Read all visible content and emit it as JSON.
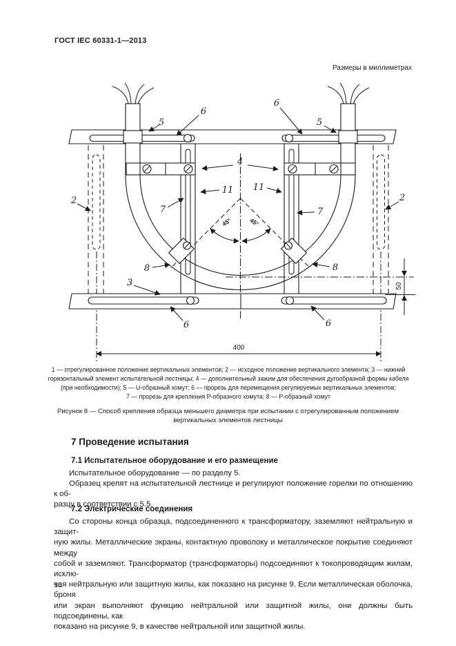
{
  "page": {
    "header": "ГОСТ IEC 60331-1—2013",
    "dim_note": "Размеры в миллиметрах",
    "page_number": "10"
  },
  "figure": {
    "callouts": {
      "c2": "2",
      "c3": "3",
      "c4": "4",
      "c5": "5",
      "c6": "6",
      "c7": "7",
      "c8": "8",
      "c11": "11"
    },
    "dims": {
      "width": "400",
      "gap": "50",
      "angle": "45°"
    },
    "legend": "1 — отрегулированное положение вертикальных элементов; 2 — исходное положение вертикального элемента; 3 — нижний\nгоризонтальный элемент испытательной лестницы; 4 — дополнительный зажим для обеспечения дугообразной формы кабеля\n(при необходимости); 5 — U-образный хомут; 6 — прорезь для перемещения регулируемых вертикальных элементов;\n7 — прорезь для крепления Р-образного хомута; 8 — Р-образный хомут",
    "caption": "Рисунок 8 — Способ крепления образца меньшего диаметра при испытании с отрегулированным положением\nвертикальных элементов лестницы"
  },
  "sections": {
    "h7": "7 Проведение испытания",
    "h71": "7.1 Испытательное оборудование и его размещение",
    "p71a": "Испытательное оборудование — по разделу 5.",
    "p71b": "Образец крепят на испытательной лестнице и регулируют положение горелки по отношению к об-\nразцу в соответствии с 5.5.",
    "h72": "7.2 Электрические соединения",
    "p72": "Со стороны конца образца, подсоединенного к трансформатору, заземляют нейтральную и защит-\nную жилы. Металлические экраны, контактную проволоку и металлическое покрытие соединяют между\nсобой и заземляют. Трансформатор (трансформаторы) подсоединяют к токопроводящим жилам, исклю-\nчая нейтральную или защитную жилы, как показано на рисунке 9. Если металлическая оболочка, броня\nили экран выполняют функцию нейтральной или защитной жилы, они должны быть подсоединены, как\nпоказано на рисунке 9, в качестве нейтральной или защитной жилы."
  },
  "colors": {
    "ink": "#1a1a1a",
    "paper": "#ffffff"
  }
}
